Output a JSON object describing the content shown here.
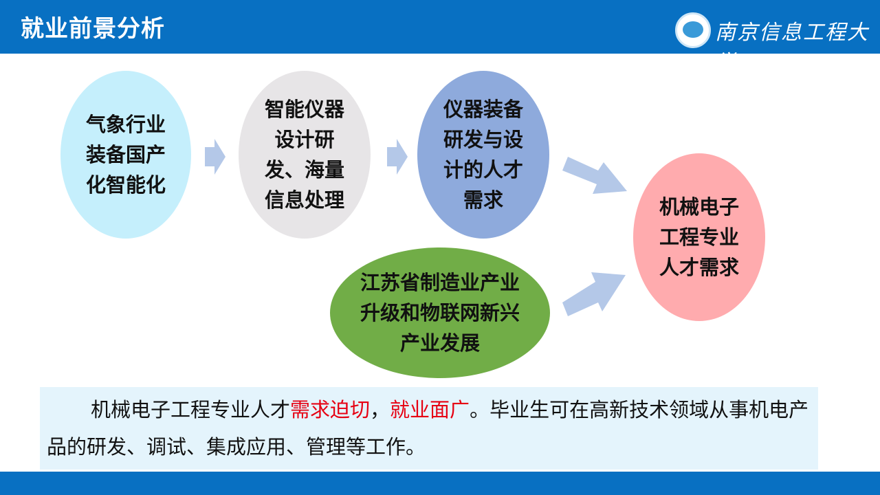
{
  "header": {
    "title": "就业前景分析",
    "logo_text": "南京信息工程大学"
  },
  "nodes": {
    "n1": [
      "气象行业",
      "装备国产",
      "化智能化"
    ],
    "n2": [
      "智能仪器",
      "设计研",
      "发、海量",
      "信息处理"
    ],
    "n3": [
      "仪器装备",
      "研发与设",
      "计的人才",
      "需求"
    ],
    "n4": [
      "机械电子",
      "工程专业",
      "人才需求"
    ],
    "n5": [
      "江苏省制造业产业",
      "升级和物联网新兴",
      "产业发展"
    ]
  },
  "colors": {
    "header": "#0870c2",
    "n1": "#c5effc",
    "n2": "#e7e5e7",
    "n3": "#8eaadc",
    "n4": "#ffabae",
    "n5": "#71ad47",
    "arrow": "#b4c8e8",
    "highlight": "#e60012"
  },
  "summary": {
    "part1": "机械电子工程专业人才",
    "highlight1": "需求迫切",
    "part2": "，",
    "highlight2": "就业面广",
    "part3": "。毕业生可在高新技术领域从事机电产品的研发、调试、集成应用、管理等工作。"
  }
}
